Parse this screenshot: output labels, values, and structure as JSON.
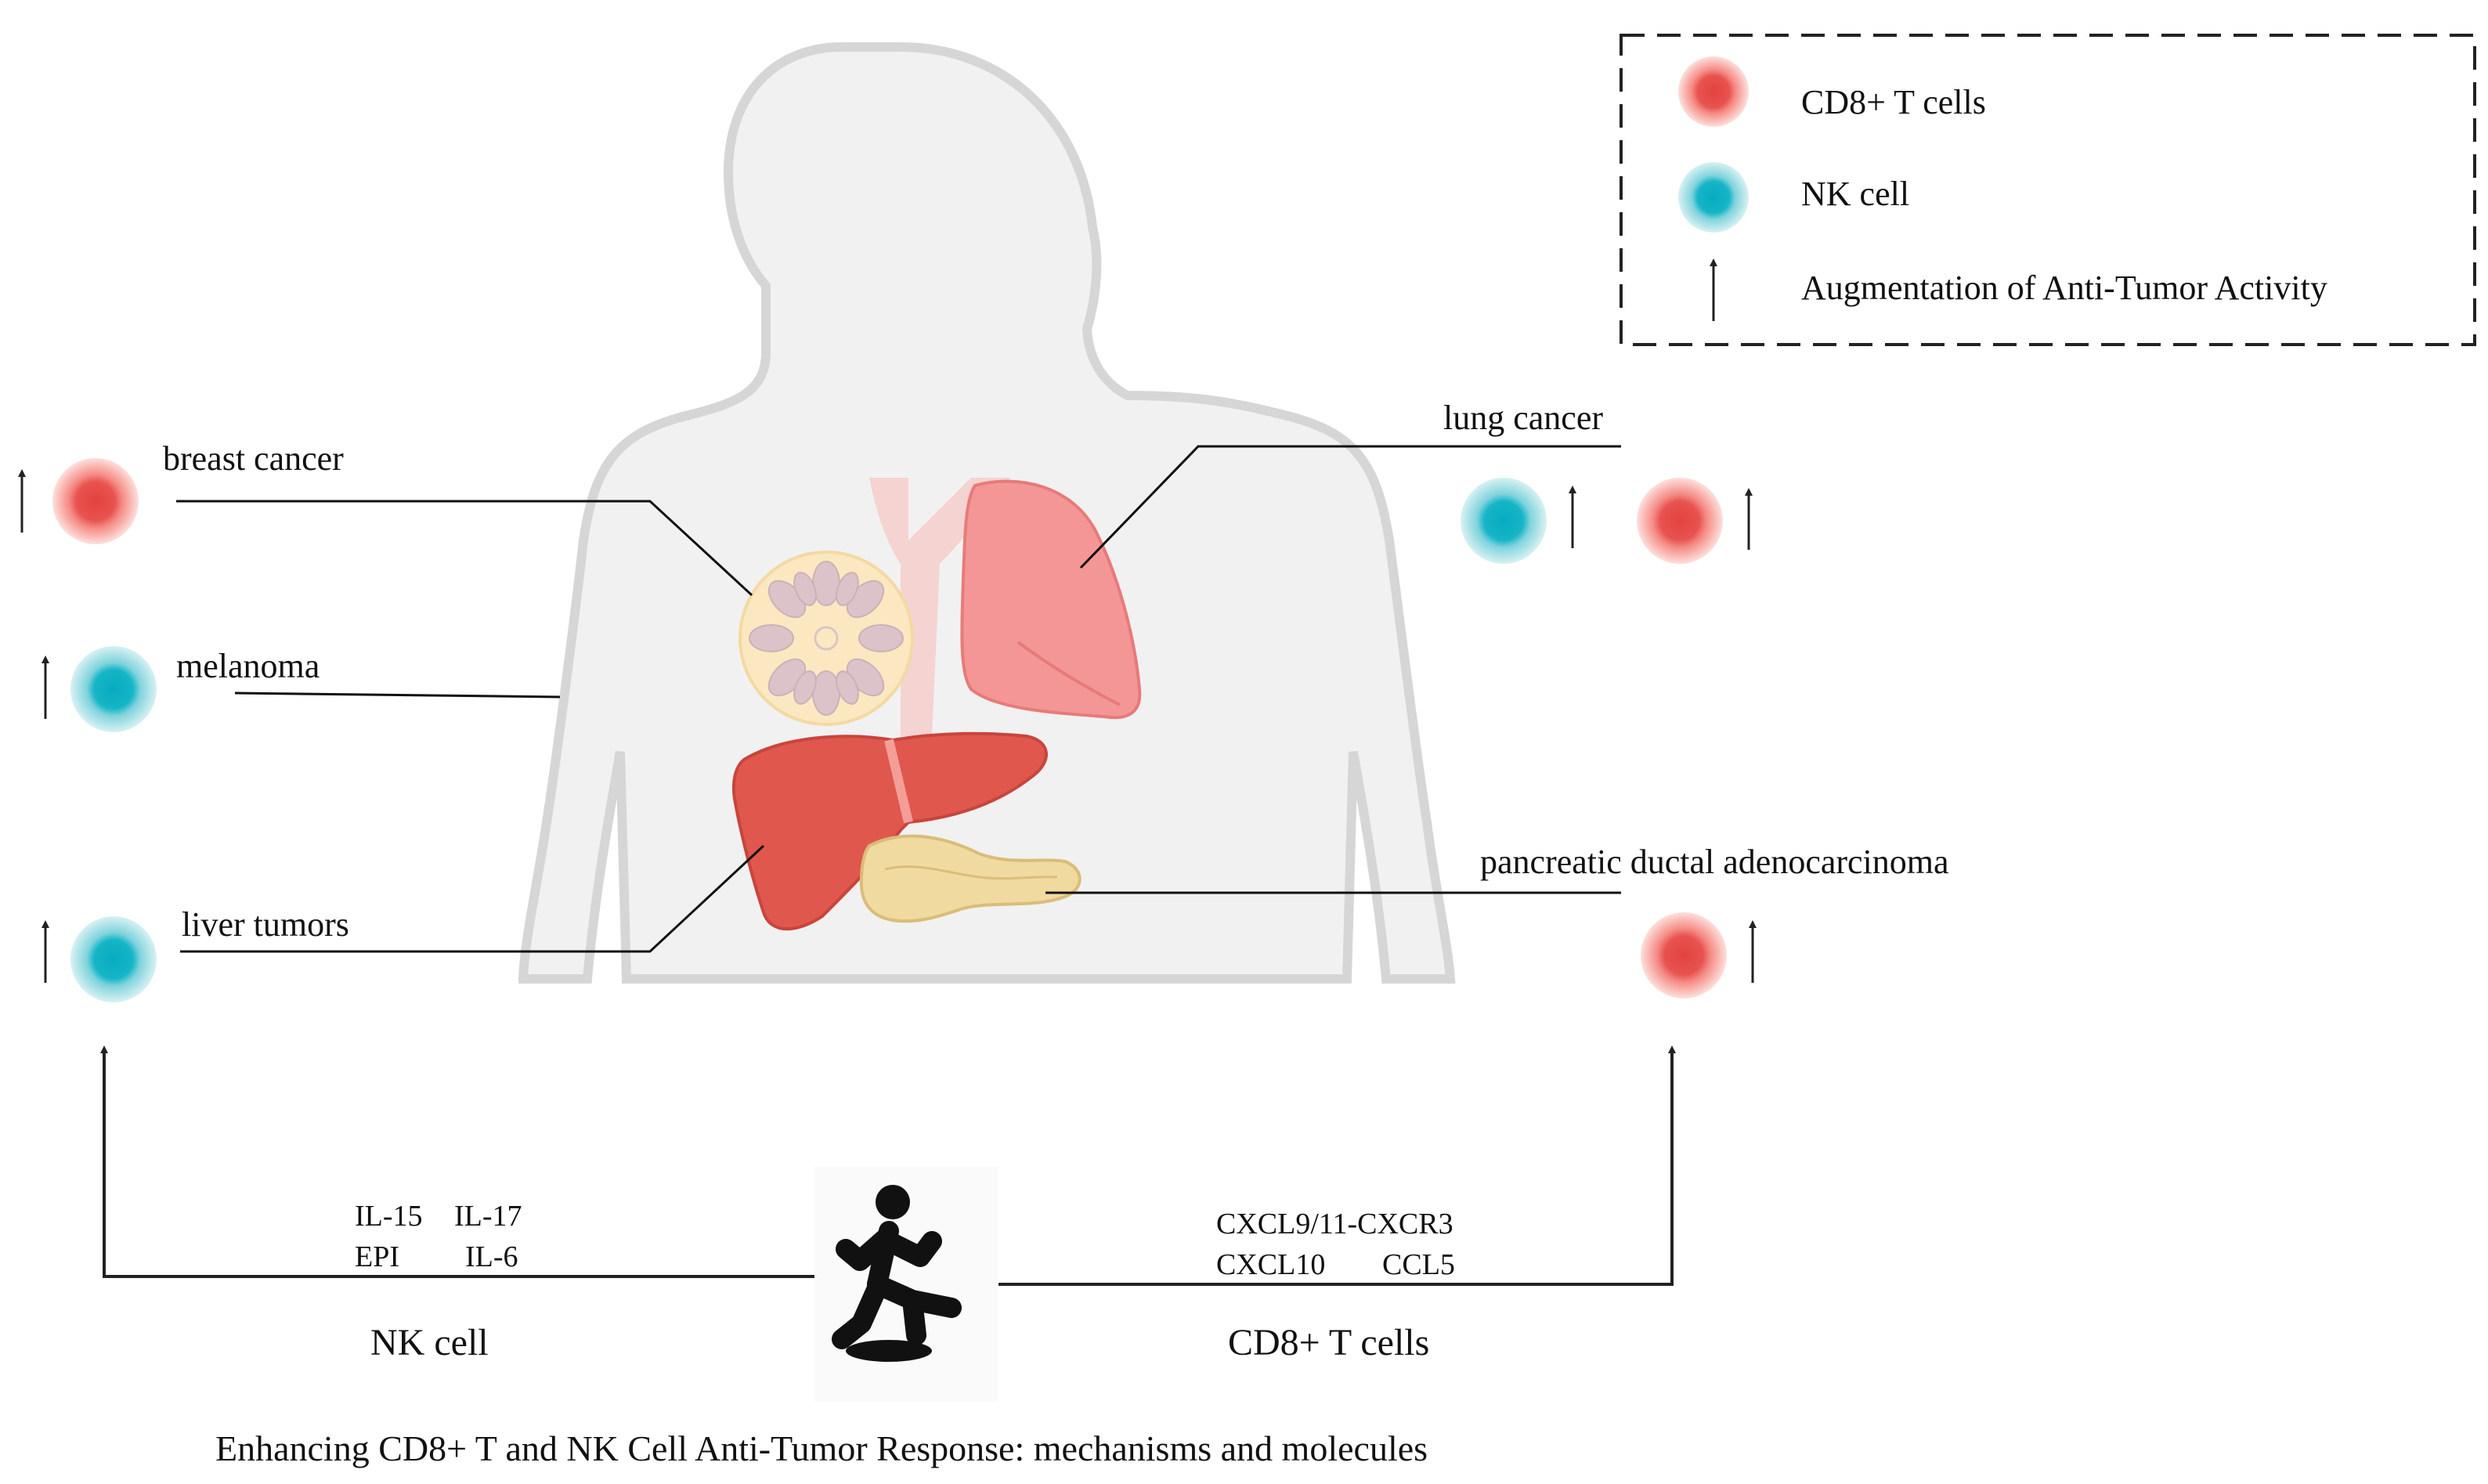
{
  "legend": {
    "items": [
      {
        "label": "CD8+ T cells",
        "icon": "cd8-t-cell-icon"
      },
      {
        "label": "NK cell",
        "icon": "nk-cell-icon"
      },
      {
        "label": "Augmentation of Anti-Tumor Activity",
        "icon": "up-arrow-icon"
      }
    ]
  },
  "cancers": {
    "breast": "breast cancer",
    "melanoma": "melanoma",
    "liver": "liver tumors",
    "lung": "lung cancer",
    "pancreatic": "pancreatic ductal adenocarcinoma"
  },
  "nk_pathway": {
    "molecules": [
      "IL-15",
      "IL-17",
      "EPI",
      "IL-6"
    ],
    "label": "NK cell"
  },
  "cd8_pathway": {
    "molecules": [
      "CXCL9/11-CXCR3",
      "CXCL10",
      "CCL5"
    ],
    "label": "CD8+ T cells"
  },
  "caption": "Enhancing CD8+ T and NK Cell Anti-Tumor Response: mechanisms and molecules",
  "colors": {
    "cd8": "#e8534f",
    "nk": "#16b5c7",
    "body": "#f1f1f1",
    "body_outline": "#d6d6d6",
    "lung": "#f49696",
    "liver": "#e0574e",
    "breast": "#fbe8c0",
    "pancreas": "#f1daa0"
  }
}
